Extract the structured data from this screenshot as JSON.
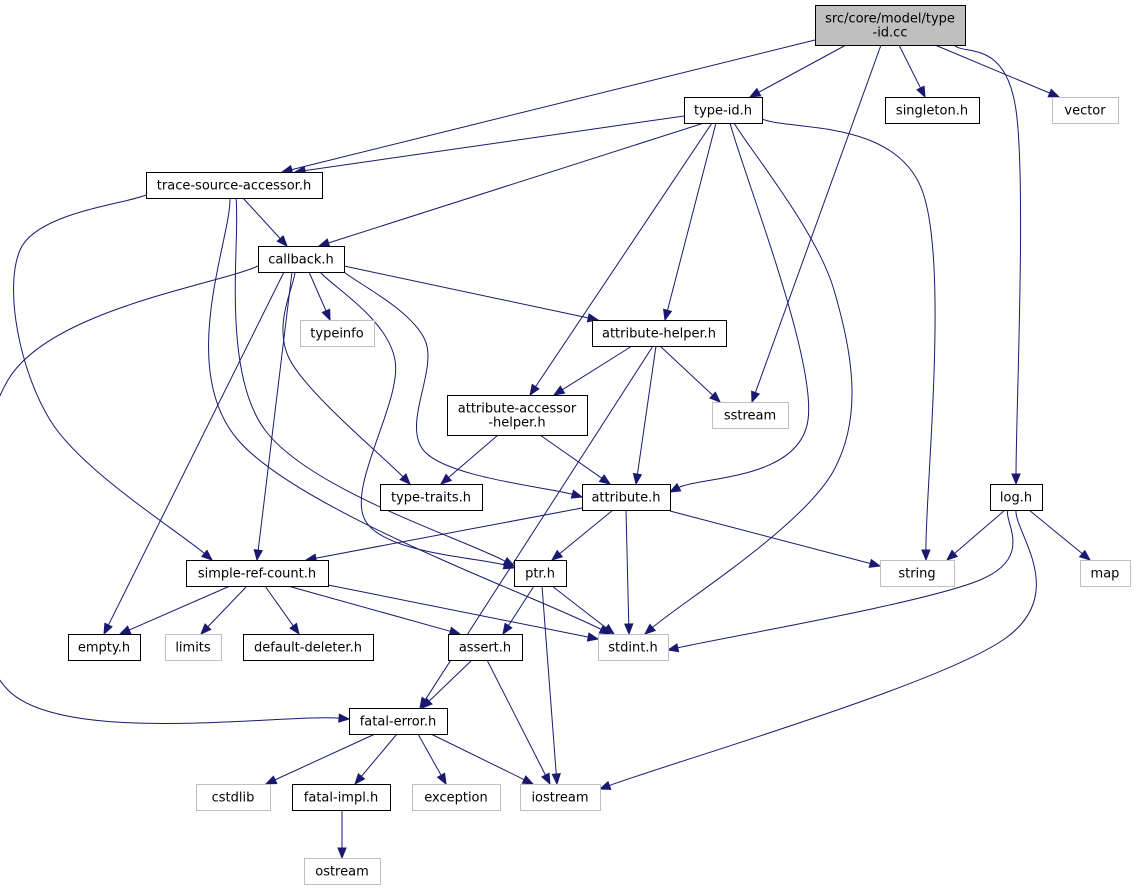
{
  "graph": {
    "root": "src/core/model/type-id.cc",
    "edge_color": "#191970",
    "node_styles": {
      "root": {
        "fill": "#bfbfbf",
        "stroke": "#000000",
        "text": "#000000"
      },
      "local": {
        "fill": "#ffffff",
        "stroke": "#000000",
        "text": "#000000"
      },
      "system": {
        "fill": "#ffffff",
        "stroke": "#bfbfbf",
        "text": "#000000"
      }
    },
    "nodes": [
      {
        "id": "type_id_cc",
        "lines": [
          "src/core/model/type",
          "-id.cc"
        ],
        "kind": "root"
      },
      {
        "id": "type_id_h",
        "lines": [
          "type-id.h"
        ],
        "kind": "local"
      },
      {
        "id": "singleton_h",
        "lines": [
          "singleton.h"
        ],
        "kind": "local"
      },
      {
        "id": "vector",
        "lines": [
          "vector"
        ],
        "kind": "system"
      },
      {
        "id": "trace_source_accessor_h",
        "lines": [
          "trace-source-accessor.h"
        ],
        "kind": "local"
      },
      {
        "id": "callback_h",
        "lines": [
          "callback.h"
        ],
        "kind": "local"
      },
      {
        "id": "typeinfo",
        "lines": [
          "typeinfo"
        ],
        "kind": "system"
      },
      {
        "id": "attribute_helper_h",
        "lines": [
          "attribute-helper.h"
        ],
        "kind": "local"
      },
      {
        "id": "attribute_accessor_helper_h",
        "lines": [
          "attribute-accessor",
          "-helper.h"
        ],
        "kind": "local"
      },
      {
        "id": "sstream",
        "lines": [
          "sstream"
        ],
        "kind": "system"
      },
      {
        "id": "type_traits_h",
        "lines": [
          "type-traits.h"
        ],
        "kind": "local"
      },
      {
        "id": "attribute_h",
        "lines": [
          "attribute.h"
        ],
        "kind": "local"
      },
      {
        "id": "log_h",
        "lines": [
          "log.h"
        ],
        "kind": "local"
      },
      {
        "id": "simple_ref_count_h",
        "lines": [
          "simple-ref-count.h"
        ],
        "kind": "local"
      },
      {
        "id": "ptr_h",
        "lines": [
          "ptr.h"
        ],
        "kind": "local"
      },
      {
        "id": "string",
        "lines": [
          "string"
        ],
        "kind": "system"
      },
      {
        "id": "map",
        "lines": [
          "map"
        ],
        "kind": "system"
      },
      {
        "id": "empty_h",
        "lines": [
          "empty.h"
        ],
        "kind": "local"
      },
      {
        "id": "limits",
        "lines": [
          "limits"
        ],
        "kind": "system"
      },
      {
        "id": "default_deleter_h",
        "lines": [
          "default-deleter.h"
        ],
        "kind": "local"
      },
      {
        "id": "assert_h",
        "lines": [
          "assert.h"
        ],
        "kind": "local"
      },
      {
        "id": "stdint_h",
        "lines": [
          "stdint.h"
        ],
        "kind": "system"
      },
      {
        "id": "fatal_error_h",
        "lines": [
          "fatal-error.h"
        ],
        "kind": "local"
      },
      {
        "id": "cstdlib",
        "lines": [
          "cstdlib"
        ],
        "kind": "system"
      },
      {
        "id": "fatal_impl_h",
        "lines": [
          "fatal-impl.h"
        ],
        "kind": "local"
      },
      {
        "id": "exception",
        "lines": [
          "exception"
        ],
        "kind": "system"
      },
      {
        "id": "iostream",
        "lines": [
          "iostream"
        ],
        "kind": "system"
      },
      {
        "id": "ostream",
        "lines": [
          "ostream"
        ],
        "kind": "system"
      }
    ],
    "edges": [
      {
        "from": "type_id_cc",
        "to": "type_id_h"
      },
      {
        "from": "type_id_cc",
        "to": "singleton_h"
      },
      {
        "from": "type_id_cc",
        "to": "vector"
      },
      {
        "from": "type_id_cc",
        "to": "trace_source_accessor_h"
      },
      {
        "from": "type_id_cc",
        "to": "sstream"
      },
      {
        "from": "type_id_cc",
        "to": "log_h"
      },
      {
        "from": "type_id_h",
        "to": "trace_source_accessor_h"
      },
      {
        "from": "type_id_h",
        "to": "callback_h"
      },
      {
        "from": "type_id_h",
        "to": "attribute_helper_h"
      },
      {
        "from": "type_id_h",
        "to": "attribute_accessor_helper_h"
      },
      {
        "from": "type_id_h",
        "to": "attribute_h"
      },
      {
        "from": "type_id_h",
        "to": "string"
      },
      {
        "from": "type_id_h",
        "to": "stdint_h"
      },
      {
        "from": "trace_source_accessor_h",
        "to": "callback_h"
      },
      {
        "from": "trace_source_accessor_h",
        "to": "simple_ref_count_h"
      },
      {
        "from": "trace_source_accessor_h",
        "to": "ptr_h"
      },
      {
        "from": "trace_source_accessor_h",
        "to": "stdint_h"
      },
      {
        "from": "callback_h",
        "to": "typeinfo"
      },
      {
        "from": "callback_h",
        "to": "attribute_helper_h"
      },
      {
        "from": "callback_h",
        "to": "type_traits_h"
      },
      {
        "from": "callback_h",
        "to": "attribute_h"
      },
      {
        "from": "callback_h",
        "to": "simple_ref_count_h"
      },
      {
        "from": "callback_h",
        "to": "ptr_h"
      },
      {
        "from": "callback_h",
        "to": "empty_h"
      },
      {
        "from": "callback_h",
        "to": "fatal_error_h"
      },
      {
        "from": "attribute_helper_h",
        "to": "attribute_accessor_helper_h"
      },
      {
        "from": "attribute_helper_h",
        "to": "sstream"
      },
      {
        "from": "attribute_helper_h",
        "to": "attribute_h"
      },
      {
        "from": "attribute_helper_h",
        "to": "fatal_error_h"
      },
      {
        "from": "attribute_accessor_helper_h",
        "to": "type_traits_h"
      },
      {
        "from": "attribute_accessor_helper_h",
        "to": "attribute_h"
      },
      {
        "from": "attribute_h",
        "to": "simple_ref_count_h"
      },
      {
        "from": "attribute_h",
        "to": "ptr_h"
      },
      {
        "from": "attribute_h",
        "to": "string"
      },
      {
        "from": "attribute_h",
        "to": "stdint_h"
      },
      {
        "from": "log_h",
        "to": "string"
      },
      {
        "from": "log_h",
        "to": "map"
      },
      {
        "from": "log_h",
        "to": "stdint_h"
      },
      {
        "from": "log_h",
        "to": "iostream"
      },
      {
        "from": "simple_ref_count_h",
        "to": "empty_h"
      },
      {
        "from": "simple_ref_count_h",
        "to": "limits"
      },
      {
        "from": "simple_ref_count_h",
        "to": "default_deleter_h"
      },
      {
        "from": "simple_ref_count_h",
        "to": "assert_h"
      },
      {
        "from": "simple_ref_count_h",
        "to": "stdint_h"
      },
      {
        "from": "ptr_h",
        "to": "assert_h"
      },
      {
        "from": "ptr_h",
        "to": "stdint_h"
      },
      {
        "from": "ptr_h",
        "to": "iostream"
      },
      {
        "from": "assert_h",
        "to": "fatal_error_h"
      },
      {
        "from": "assert_h",
        "to": "iostream"
      },
      {
        "from": "fatal_error_h",
        "to": "cstdlib"
      },
      {
        "from": "fatal_error_h",
        "to": "fatal_impl_h"
      },
      {
        "from": "fatal_error_h",
        "to": "exception"
      },
      {
        "from": "fatal_error_h",
        "to": "iostream"
      },
      {
        "from": "fatal_impl_h",
        "to": "ostream"
      }
    ]
  }
}
